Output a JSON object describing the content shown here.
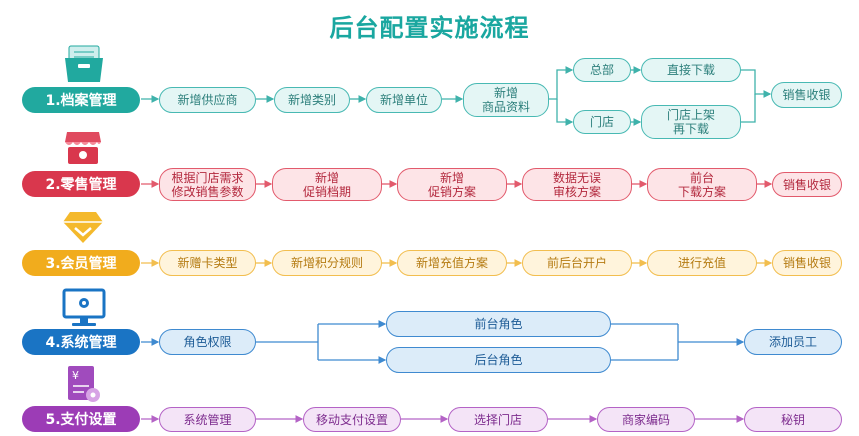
{
  "title": "后台配置实施流程",
  "rows": [
    {
      "category": "1.档案管理",
      "color": "#21a99f",
      "nodes": [
        "新增供应商",
        "新增类别",
        "新增单位",
        "新增\n商品资料",
        "总部",
        "直接下载",
        "门店",
        "门店上架\n再下载",
        "销售收银"
      ]
    },
    {
      "category": "2.零售管理",
      "color": "#d9374d",
      "nodes": [
        "根据门店需求\n修改销售参数",
        "新增\n促销档期",
        "新增\n促销方案",
        "数据无误\n审核方案",
        "前台\n下载方案",
        "销售收银"
      ]
    },
    {
      "category": "3.会员管理",
      "color": "#f1ac1d",
      "nodes": [
        "新赠卡类型",
        "新增积分规则",
        "新增充值方案",
        "前后台开户",
        "进行充值",
        "销售收银"
      ]
    },
    {
      "category": "4.系统管理",
      "color": "#1a74c4",
      "nodes": [
        "角色权限",
        "前台角色",
        "后台角色",
        "添加员工"
      ]
    },
    {
      "category": "5.支付设置",
      "color": "#9c3cb6",
      "nodes": [
        "系统管理",
        "移动支付设置",
        "选择门店",
        "商家编码",
        "秘钥"
      ]
    }
  ],
  "icons": [
    "archive-folder-icon",
    "retail-store-icon",
    "member-diamond-icon",
    "computer-settings-icon",
    "payment-bill-icon"
  ]
}
